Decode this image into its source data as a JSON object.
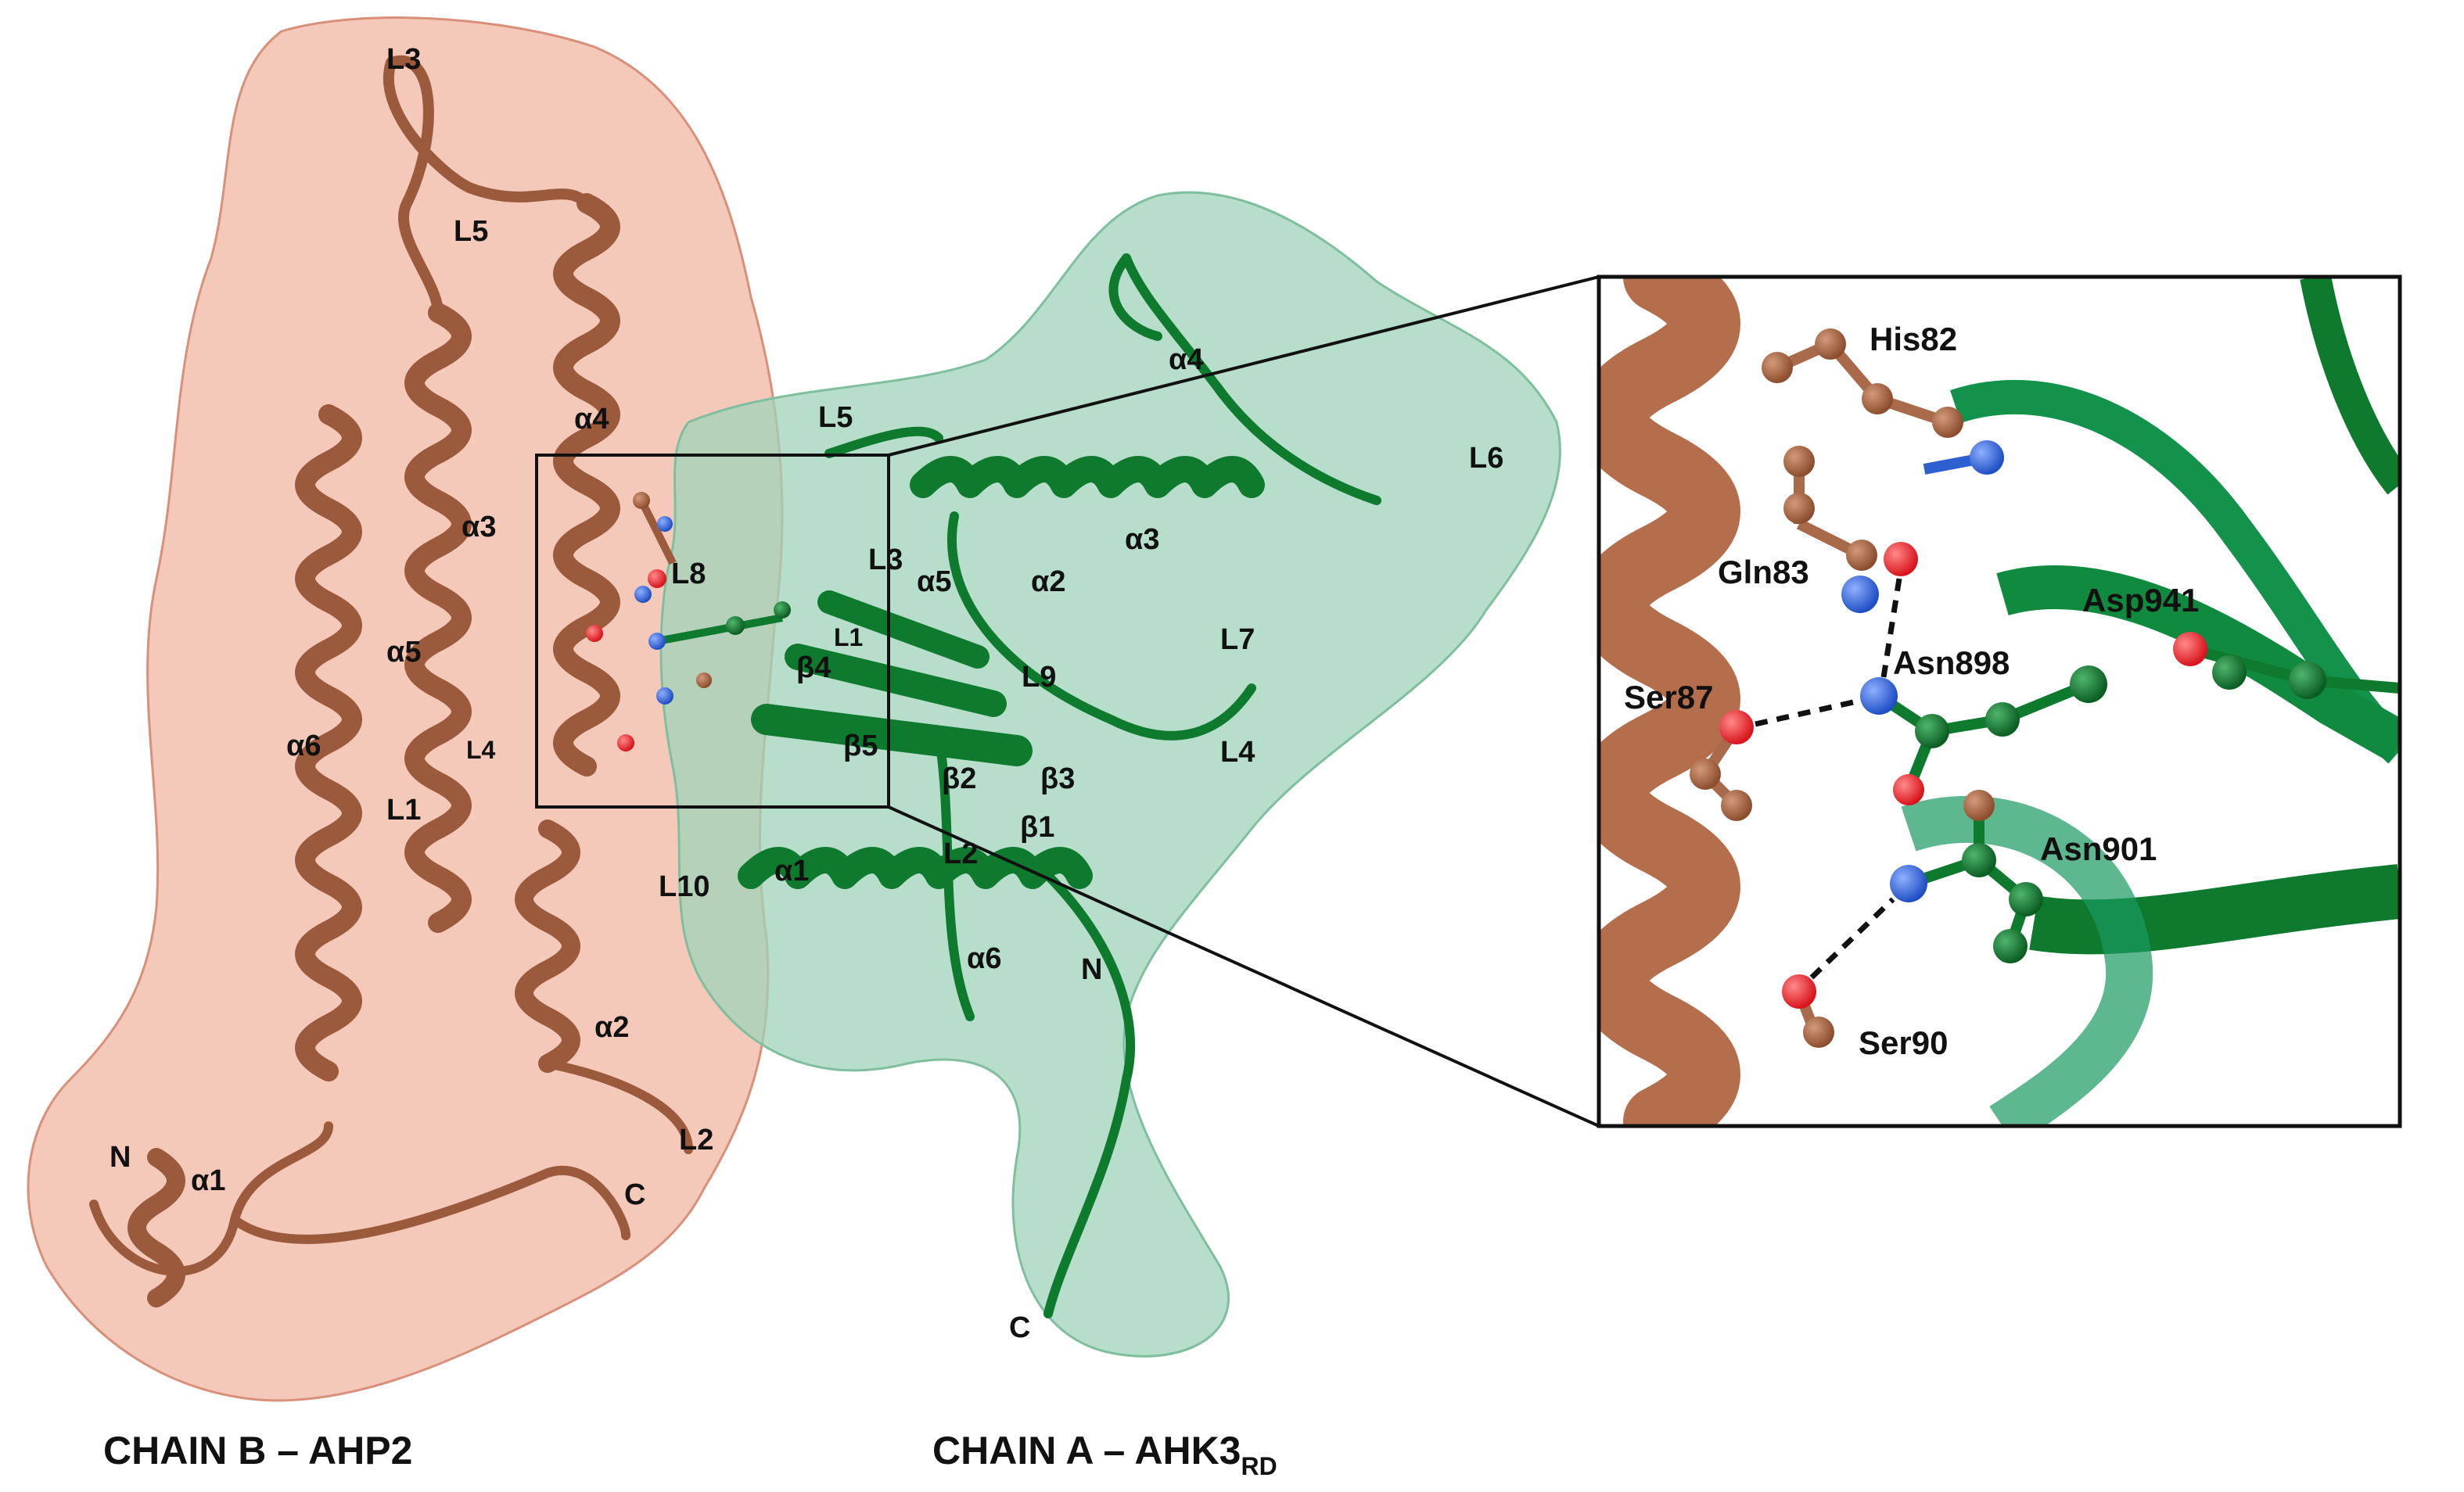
{
  "colors": {
    "chain_b_surface": "#f2b7a3",
    "chain_b_ribbon": "#9b5a3c",
    "chain_a_surface": "#9fd3b8",
    "chain_a_ribbon": "#0d7a2e",
    "oxygen": "#e8232b",
    "nitrogen": "#2e5fd0",
    "frame": "#111111"
  },
  "chain_b": {
    "caption": "CHAIN B – AHP2",
    "labels": {
      "L3": "L3",
      "L5": "L5",
      "a4": "α4",
      "a3": "α3",
      "L8": "L8",
      "a5": "α5",
      "a6": "α6",
      "L4": "L4",
      "L1": "L1",
      "a2": "α2",
      "L2": "L2",
      "N": "N",
      "a1": "α1",
      "C": "C"
    }
  },
  "chain_a": {
    "caption_main": "CHAIN A – AHK3",
    "caption_sub": "RD",
    "labels": {
      "a4": "α4",
      "L6": "L6",
      "L5": "L5",
      "L3": "L3",
      "a5": "α5",
      "a2": "α2",
      "a3": "α3",
      "L1": "L1",
      "b4": "β4",
      "L9": "L9",
      "L7": "L7",
      "b5": "β5",
      "b2": "β2",
      "b3": "β3",
      "L4": "L4",
      "b1": "β1",
      "L2": "L2",
      "a1": "α1",
      "L10": "L10",
      "a6": "α6",
      "N": "N",
      "C": "C"
    }
  },
  "inset": {
    "residues": {
      "his82": "His82",
      "gln83": "Gln83",
      "asp941": "Asp941",
      "ser87": "Ser87",
      "asn898": "Asn898",
      "asn901": "Asn901",
      "ser90": "Ser90"
    }
  }
}
